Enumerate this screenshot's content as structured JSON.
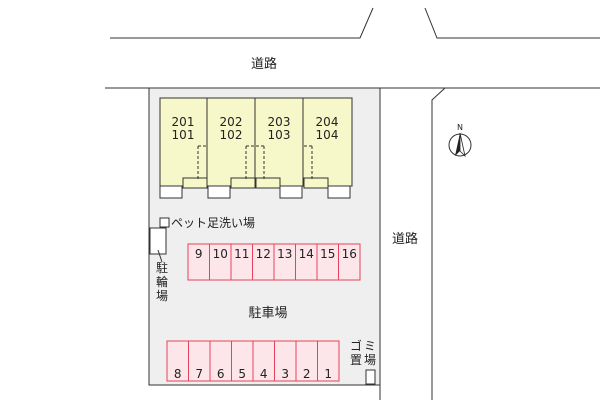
{
  "map": {
    "road_top_label": "道路",
    "road_right_label": "道路",
    "north_label": "N",
    "units": [
      {
        "upper": "201",
        "lower": "101"
      },
      {
        "upper": "202",
        "lower": "102"
      },
      {
        "upper": "203",
        "lower": "103"
      },
      {
        "upper": "204",
        "lower": "104"
      }
    ],
    "pet_wash_label": "ペット足洗い場",
    "bicycle_parking_label": [
      "駐",
      "輪",
      "場"
    ],
    "parking_lot_label": "駐車場",
    "garbage_label_col1": [
      "ゴ",
      "置"
    ],
    "garbage_label_col2": [
      "ミ",
      "場"
    ],
    "parking_top_row": [
      "9",
      "10",
      "11",
      "12",
      "13",
      "14",
      "15",
      "16"
    ],
    "parking_bottom_row": [
      "8",
      "7",
      "6",
      "5",
      "4",
      "3",
      "2",
      "1"
    ],
    "colors": {
      "building_fill": "#f7f8c9",
      "lot_fill": "#efefef",
      "parking_fill": "#fde6ea",
      "parking_stroke": "#e8425a",
      "line": "#333333"
    }
  }
}
